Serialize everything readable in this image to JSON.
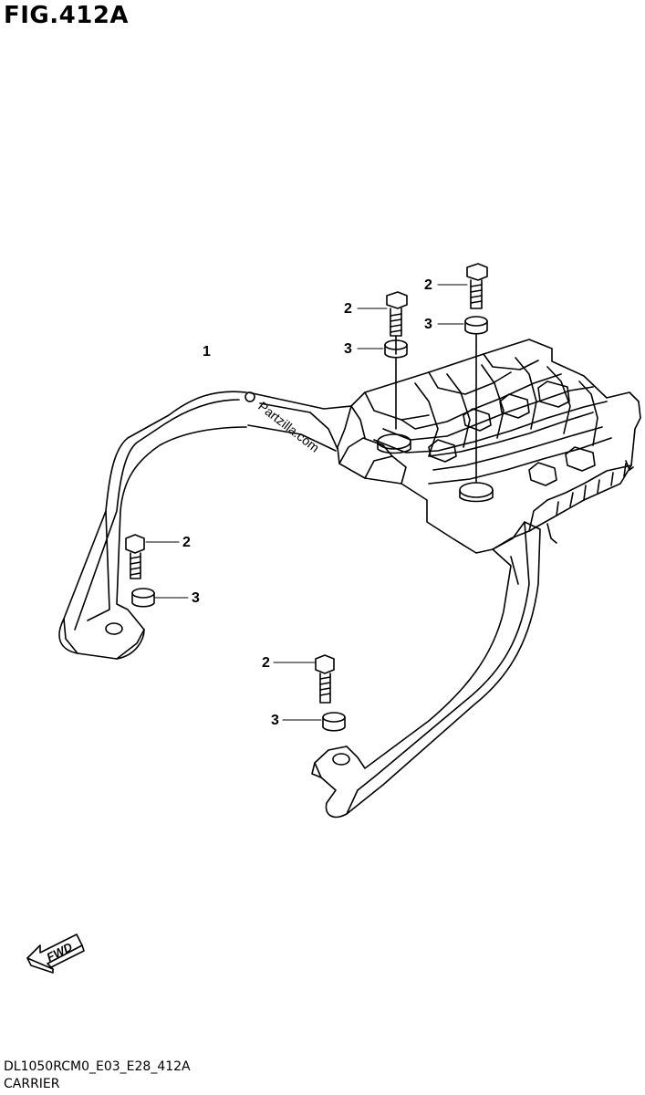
{
  "figure": {
    "title": "FIG.412A",
    "code": "DL1050RCM0_E03_E28_412A",
    "name": "CARRIER"
  },
  "callouts": [
    {
      "id": "part-1",
      "label": "1"
    },
    {
      "id": "bolt-top-left",
      "label": "2"
    },
    {
      "id": "washer-top-left",
      "label": "3"
    },
    {
      "id": "bolt-top-right",
      "label": "2"
    },
    {
      "id": "washer-top-right",
      "label": "3"
    },
    {
      "id": "bolt-mid-left",
      "label": "2"
    },
    {
      "id": "washer-mid-left",
      "label": "3"
    },
    {
      "id": "bolt-bottom",
      "label": "2"
    },
    {
      "id": "washer-bottom",
      "label": "3"
    }
  ],
  "watermark": "Partzilla.com",
  "direction_badge": "FWD",
  "colors": {
    "ink": "#000000",
    "paper": "#ffffff"
  }
}
